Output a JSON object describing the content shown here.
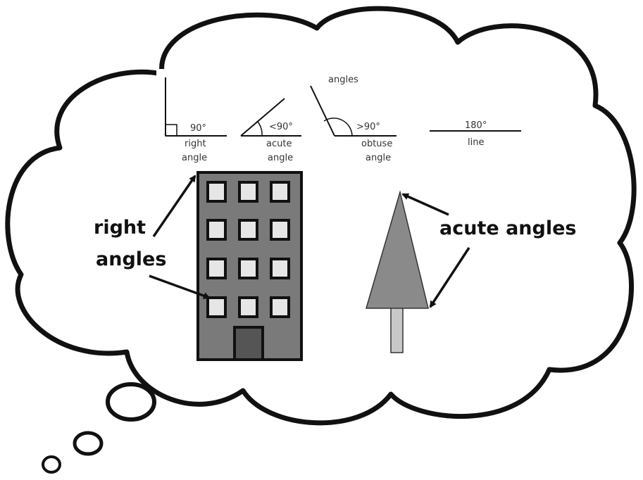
{
  "chart_legend": {
    "title": "angles",
    "right": {
      "measure": "90°",
      "label_line1": "right",
      "label_line2": "angle"
    },
    "acute": {
      "measure": "<90°",
      "label_line1": "acute",
      "label_line2": "angle"
    },
    "obtuse": {
      "measure": ">90°",
      "label_line1": "obtuse",
      "label_line2": "angle"
    },
    "straight": {
      "measure": "180°",
      "label_line1": "line"
    }
  },
  "callouts": {
    "building_line1": "right",
    "building_line2": "angles",
    "tree": "acute angles"
  },
  "colors": {
    "outline": "#111111",
    "building_body": "#7a7a7a",
    "window_fill": "#e6e6e6",
    "door_fill": "#555555",
    "tree_fill": "#8a8a8a",
    "trunk_fill": "#c8c8c8"
  }
}
